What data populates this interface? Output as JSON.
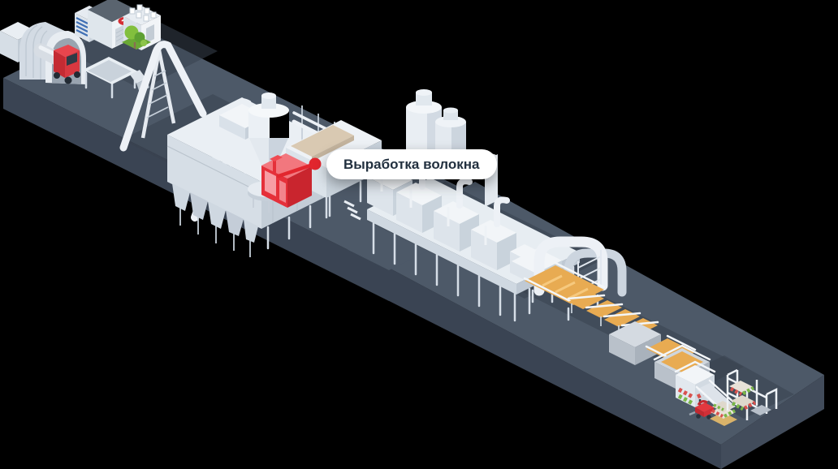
{
  "tooltip": {
    "label": "Выработка волокна"
  },
  "hotspot": {
    "marker": "red-dot-marker",
    "target": "fiber-production-machine"
  },
  "colors": {
    "background": "#000000",
    "platform_top": "#4d5968",
    "platform_side": "#3a4453",
    "platform_side_right": "#424c5b",
    "accent_red": "#e2262e",
    "machine_red": "#e5303a",
    "machine_red_light": "#f8aab0",
    "equipment_white": "#f2f5f8",
    "equipment_shade": "#c9d3dc",
    "conveyor_orange": "#e8ab52",
    "tree_green": "#7fbf3f",
    "truck_red": "#d7343b",
    "package_red": "#d8524e",
    "package_green": "#7ab648",
    "pallet_tan": "#d9b36a",
    "tooltip_bg": "#ffffff",
    "tooltip_text": "#22303f"
  },
  "scene": {
    "objects": [
      "warehouse-hangar",
      "tanker-truck",
      "factory-building",
      "tree",
      "receiving-hopper",
      "elevator-towers",
      "batch-plant",
      "cyclone-separator",
      "fiber-production-machine",
      "storage-silos",
      "curing-line",
      "exhaust-duct-arch",
      "transfer-conveyors",
      "packaging-machine",
      "forklift",
      "pallet-stack",
      "storage-rack"
    ]
  }
}
